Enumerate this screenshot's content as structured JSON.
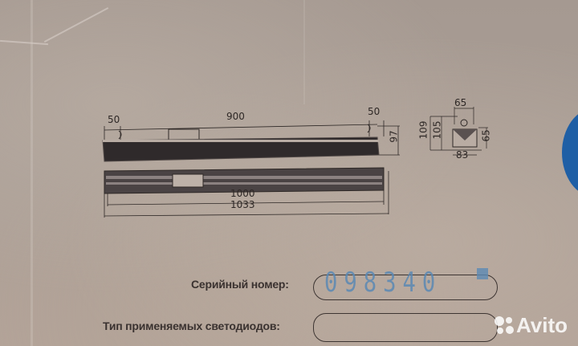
{
  "drawing": {
    "side_view": {
      "left_offset": "50",
      "span": "900",
      "right_offset": "50",
      "height": "97"
    },
    "top_view": {
      "inner_length": "1000",
      "total_length": "1033"
    },
    "end_view": {
      "top_width": "65",
      "height_total": "109",
      "height_body": "105",
      "side_height": "65",
      "bottom_width": "83"
    }
  },
  "form": {
    "serial_label": "Серийный номер:",
    "serial_value": "098340",
    "led_type_label": "Тип применяемых светодиодов:",
    "led_type_value": ""
  },
  "watermark": {
    "text": "Avito"
  },
  "colors": {
    "cardboard": "#a89c93",
    "ink": "#3a3230",
    "stamp_blue": "#5b89b4",
    "edge_blue": "#1f5fa5"
  }
}
